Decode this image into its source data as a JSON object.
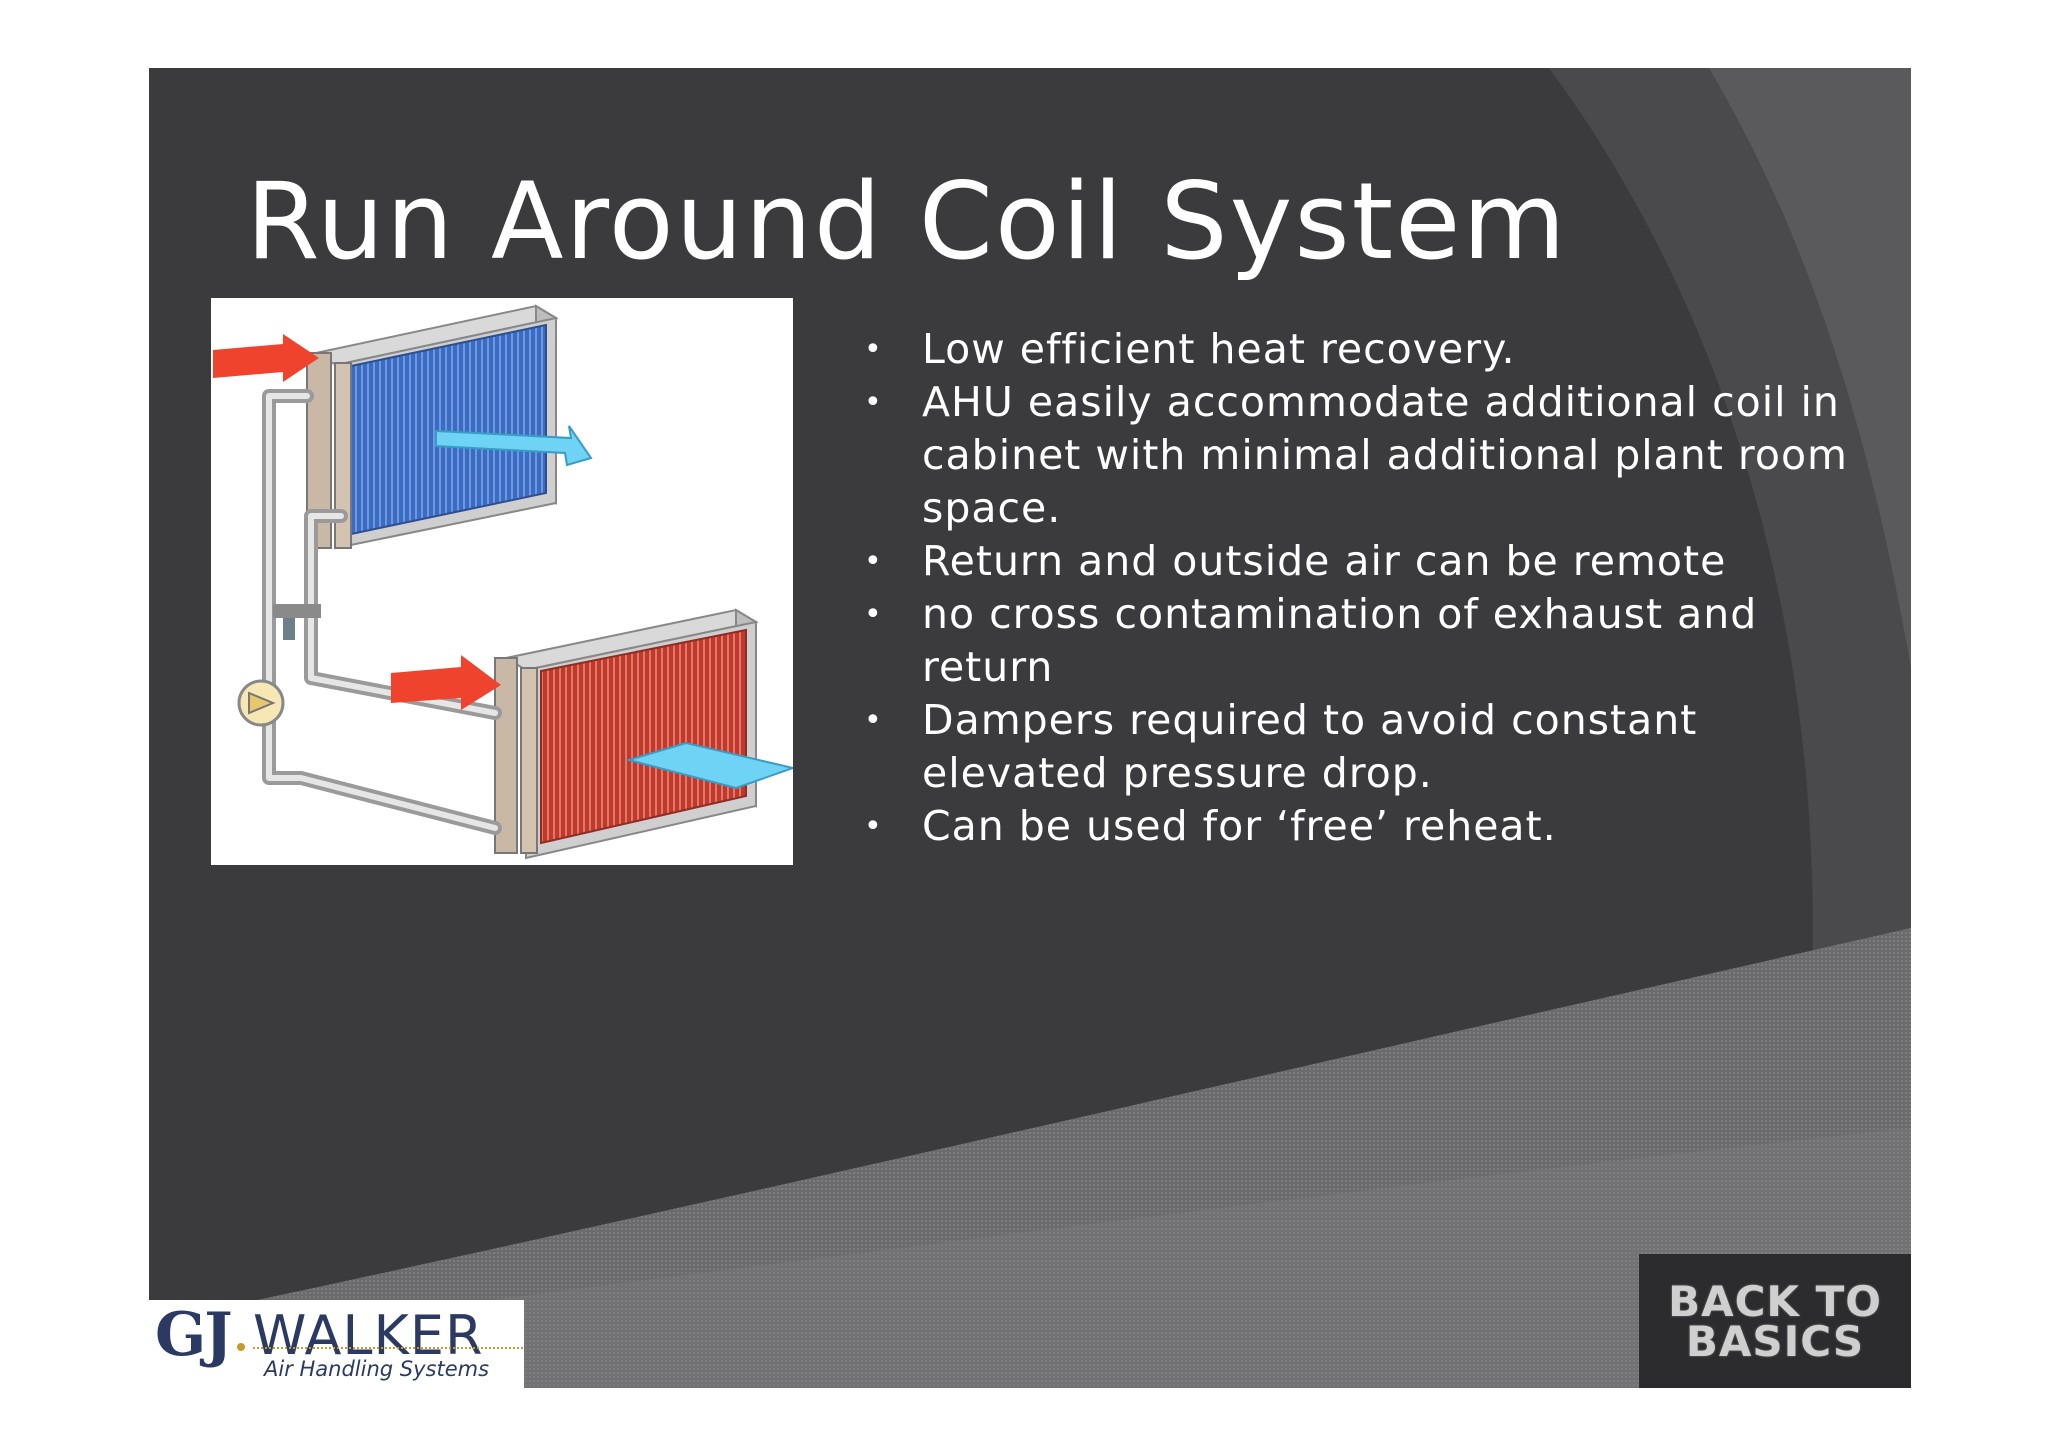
{
  "slide": {
    "title": "Run Around Coil System",
    "bullets": [
      "Low efficient heat recovery.",
      "AHU easily accommodate additional coil in cabinet with minimal additional plant room space.",
      "Return and outside air can be remote",
      "no cross contamination of exhaust and return",
      "Dampers required to avoid constant elevated pressure drop.",
      "Can be used for ‘free’ reheat."
    ]
  },
  "logo": {
    "mark": "GJ",
    "name": "WALKER",
    "tagline": "Air Handling Systems"
  },
  "badge": {
    "line1": "BACK TO",
    "line2": "BASICS"
  },
  "colors": {
    "slide_background": "#3b3a3c",
    "text": "#ffffff",
    "cold_coil": "#3b6cc4",
    "hot_coil": "#c0392b",
    "warm_arrow": "#f0432d",
    "cool_arrow": "#6fd3f5",
    "logo_navy": "#2a3a63",
    "logo_gold": "#c79a2a"
  }
}
